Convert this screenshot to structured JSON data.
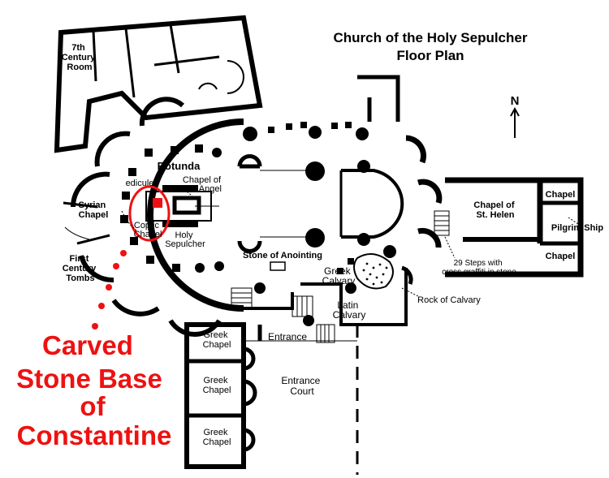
{
  "title": {
    "line1": "Church of the Holy Sepulcher",
    "line2": "Floor Plan"
  },
  "compass": {
    "label": "N"
  },
  "labels": {
    "seventh_century_room": [
      "7th",
      "Century",
      "Room"
    ],
    "rotunda": "Rotunda",
    "edicule": "edicule",
    "chapel_of_angel": [
      "Chapel of",
      "the Angel"
    ],
    "syrian_chapel": [
      "Syrian",
      "Chapel"
    ],
    "coptic_chapel": [
      "Coptic",
      "Chapel"
    ],
    "holy_sepulcher": [
      "Holy",
      "Sepulcher"
    ],
    "first_century_tombs": [
      "First",
      "Century",
      "Tombs"
    ],
    "stone_of_anointing": "Stone of Anointing",
    "greek_calvary": [
      "Greek",
      "Calvary"
    ],
    "latin_calvary": [
      "Latin",
      "Calvary"
    ],
    "rock_of_calvary": "Rock of Calvary",
    "steps": [
      "29 Steps with",
      "cross graffiti in stone"
    ],
    "chapel_of_st_helen": [
      "Chapel of",
      "St. Helen"
    ],
    "chapel_top": "Chapel",
    "chapel_bottom": "Chapel",
    "pilgrim_ship": "Pilgrim Ship",
    "entrance": "Entrance",
    "entrance_court": [
      "Entrance",
      "Court"
    ],
    "greek_chapel_1": [
      "Greek",
      "Chapel"
    ],
    "greek_chapel_2": [
      "Greek",
      "Chapel"
    ],
    "greek_chapel_3": [
      "Greek",
      "Chapel"
    ]
  },
  "annotation": {
    "text": [
      "Carved",
      "Stone Base",
      "of",
      "Constantine"
    ],
    "color": "#ee1111"
  }
}
